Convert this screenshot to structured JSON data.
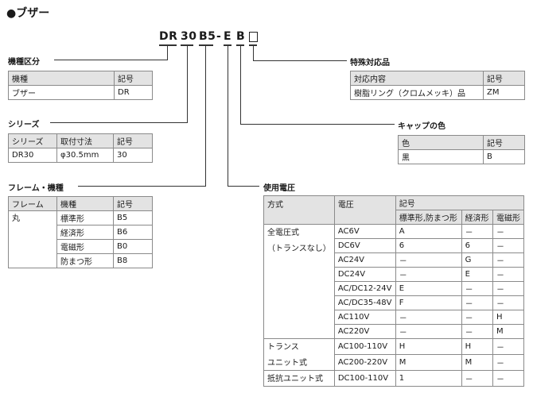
{
  "title": "●ブザー",
  "code": {
    "p1": "DR",
    "p2": "30",
    "p3": "B5",
    "sep": "-",
    "p4": "E",
    "p5": "B"
  },
  "kishu": {
    "label": "機種区分",
    "headers": [
      "機種",
      "記号"
    ],
    "rows": [
      [
        "ブザー",
        "DR"
      ]
    ]
  },
  "series": {
    "label": "シリーズ",
    "headers": [
      "シリーズ",
      "取付寸法",
      "記号"
    ],
    "rows": [
      [
        "DR30",
        "φ30.5mm",
        "30"
      ]
    ]
  },
  "frame": {
    "label": "フレーム・機種",
    "headers": [
      "フレーム",
      "機種",
      "記号"
    ],
    "shape": "丸",
    "rows": [
      [
        "標準形",
        "B5"
      ],
      [
        "経済形",
        "B6"
      ],
      [
        "電磁形",
        "B0"
      ],
      [
        "防まつ形",
        "B8"
      ]
    ]
  },
  "special": {
    "label": "特殊対応品",
    "headers": [
      "対応内容",
      "記号"
    ],
    "rows": [
      [
        "樹脂リング（クロムメッキ）品",
        "ZM"
      ]
    ]
  },
  "cap": {
    "label": "キャップの色",
    "headers": [
      "色",
      "記号"
    ],
    "rows": [
      [
        "黒",
        "B"
      ]
    ]
  },
  "voltage": {
    "label": "使用電圧",
    "headers": {
      "method": "方式",
      "volt": "電圧",
      "sym": "記号",
      "sub": [
        "標準形,防まつ形",
        "経済形",
        "電磁形"
      ]
    },
    "groups": [
      {
        "method": [
          "全電圧式",
          "（トランスなし）"
        ],
        "rows": [
          [
            "AC6V",
            "A",
            "－",
            "－"
          ],
          [
            "DC6V",
            "6",
            "6",
            "－"
          ],
          [
            "AC24V",
            "－",
            "G",
            "－"
          ],
          [
            "DC24V",
            "－",
            "E",
            "－"
          ],
          [
            "AC/DC12-24V",
            "E",
            "－",
            "－"
          ],
          [
            "AC/DC35-48V",
            "F",
            "－",
            "－"
          ],
          [
            "AC110V",
            "－",
            "－",
            "H"
          ],
          [
            "AC220V",
            "－",
            "－",
            "M"
          ]
        ]
      },
      {
        "method": [
          "トランス",
          "ユニット式"
        ],
        "rows": [
          [
            "AC100-110V",
            "H",
            "H",
            "－"
          ],
          [
            "AC200-220V",
            "M",
            "M",
            "－"
          ]
        ]
      },
      {
        "method": [
          "抵抗ユニット式"
        ],
        "rows": [
          [
            "DC100-110V",
            "1",
            "－",
            "－"
          ]
        ]
      }
    ]
  }
}
